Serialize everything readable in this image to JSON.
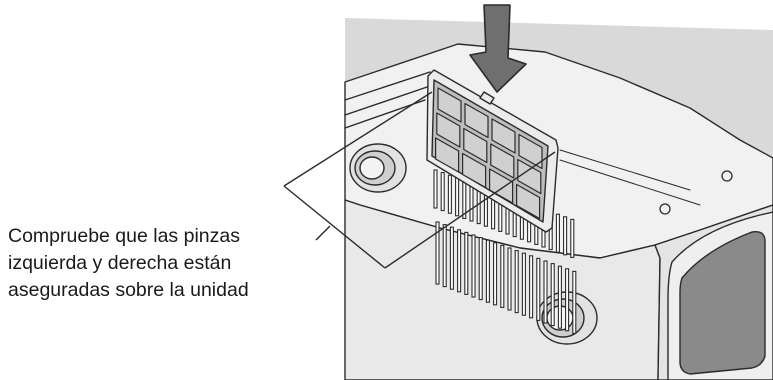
{
  "callout": {
    "lines": [
      "Compruebe que las pinzas",
      "izquierda y derecha están",
      "aseguradas sobre la unidad"
    ]
  },
  "colors": {
    "shading": "#d9d9d9",
    "body_light": "#f3f3f3",
    "outline": "#2b2b2b",
    "filter_mesh": "#d0d0d0"
  },
  "icons": {
    "insertion_arrow": "down-arrow-icon"
  }
}
